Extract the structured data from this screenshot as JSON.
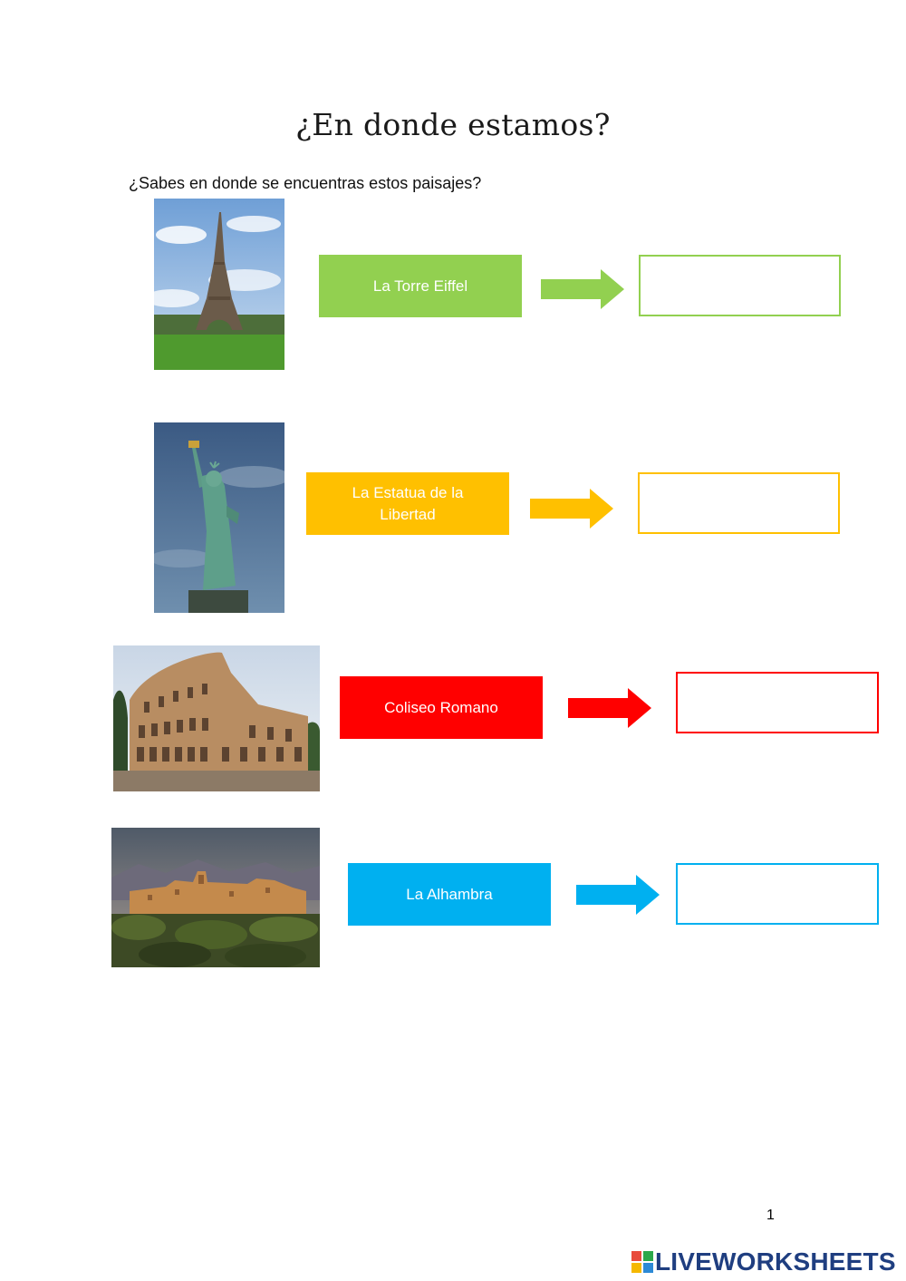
{
  "worksheet": {
    "title": "¿En donde estamos?",
    "question": "¿Sabes en donde se encuentras estos paisajes?",
    "page_number": "1"
  },
  "rows": [
    {
      "label": "La Torre Eiffel",
      "color": "#92d050",
      "answer_value": "",
      "photo_icon": "eiffel-tower"
    },
    {
      "label": "La Estatua de la Libertad",
      "color": "#ffc000",
      "answer_value": "",
      "photo_icon": "statue-of-liberty"
    },
    {
      "label": "Coliseo Romano",
      "color": "#ff0000",
      "answer_value": "",
      "photo_icon": "colosseum"
    },
    {
      "label": "La Alhambra",
      "color": "#00b0f0",
      "answer_value": "",
      "photo_icon": "alhambra"
    }
  ],
  "footer": {
    "logo_text": "LIVEWORKSHEETS",
    "brand_color": "#1f3e80"
  }
}
